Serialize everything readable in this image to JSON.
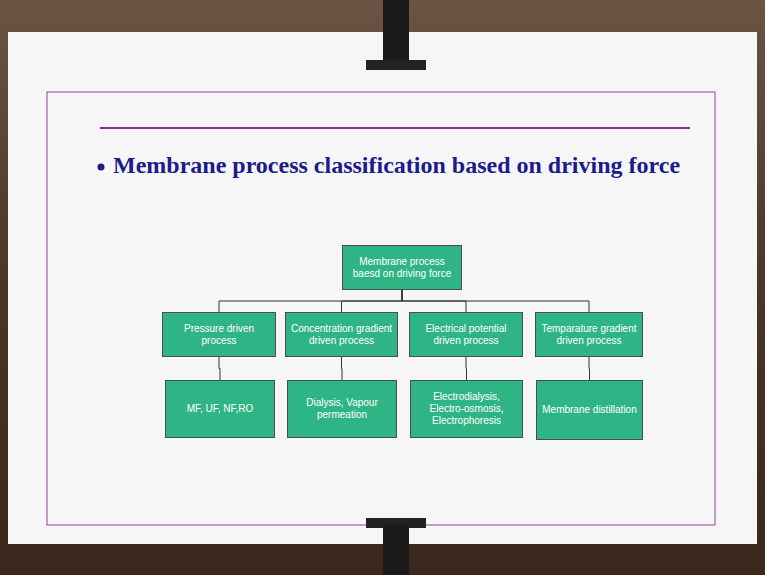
{
  "diagram": {
    "title": "Membrane process classification based on driving force",
    "nodes": [
      {
        "text": [
          "Membrane process baesd on driving force"
        ]
      },
      {
        "text": [
          "Pressure driven process"
        ]
      },
      {
        "text": [
          "Concentration gradient driven process"
        ]
      },
      {
        "text": [
          "Electrical potential driven process"
        ]
      },
      {
        "text": [
          "Temparature gradient driven process"
        ]
      },
      {
        "text": [
          "MF, UF, NF,RO"
        ]
      },
      {
        "text": [
          "Dialysis, Vapour permeation"
        ]
      },
      {
        "text": [
          "Electrodialysis, Electro-osmosis, Electrophoresis"
        ]
      },
      {
        "text": [
          "Membrane distillation"
        ]
      }
    ],
    "edges": [
      {
        "from": 0,
        "to": 1,
        "arrow": "none"
      },
      {
        "from": 0,
        "to": 2,
        "arrow": "none"
      },
      {
        "from": 0,
        "to": 3,
        "arrow": "none"
      },
      {
        "from": 0,
        "to": 4,
        "arrow": "none"
      },
      {
        "from": 1,
        "to": 5,
        "arrow": "none"
      },
      {
        "from": 2,
        "to": 6,
        "arrow": "none"
      },
      {
        "from": 3,
        "to": 7,
        "arrow": "none"
      },
      {
        "from": 4,
        "to": 8,
        "arrow": "none"
      }
    ]
  }
}
